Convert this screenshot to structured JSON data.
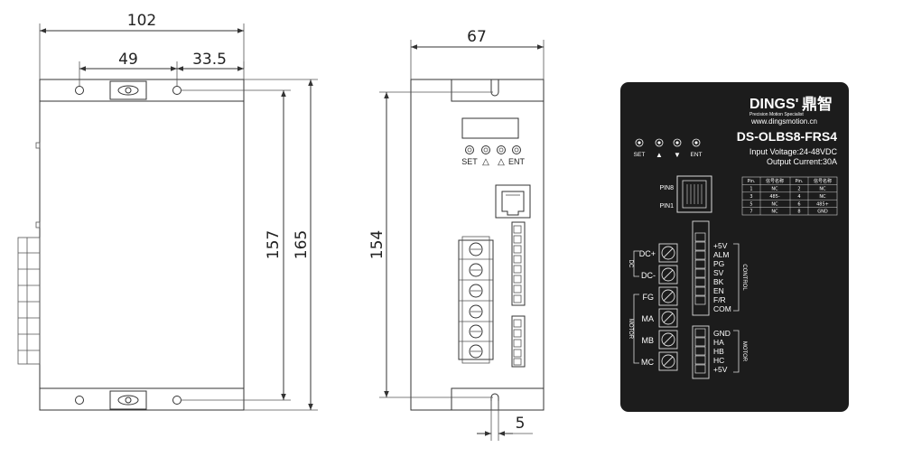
{
  "dims": {
    "width_total": "102",
    "hole_spacing_left": "49",
    "hole_spacing_right": "33.5",
    "height_inner": "157",
    "height_outer": "165",
    "side_width": "67",
    "side_height": "154",
    "slot_width": "5"
  },
  "side_buttons": [
    "SET",
    "△",
    "△",
    "ENT"
  ],
  "label": {
    "brand": "DINGS'",
    "brand_cn": "鼎智",
    "tagline": "Precision Motion Specialist",
    "url": "www.dingsmotion.cn",
    "model": "DS-OLBS8-FRS4",
    "input_voltage": "Input Voltage:24-48VDC",
    "output_current": "Output Current:30A",
    "buttons": [
      "SET",
      "▲",
      "▼",
      "ENT"
    ],
    "pin8": "PIN8",
    "pin1": "PIN1",
    "pin_table": {
      "headers": [
        "Pin.",
        "信号名称",
        "Pin.",
        "信号名称"
      ],
      "rows": [
        [
          "1",
          "NC",
          "2",
          "NC"
        ],
        [
          "3",
          "485-",
          "4",
          "NC"
        ],
        [
          "5",
          "NC",
          "6",
          "485+"
        ],
        [
          "7",
          "NC",
          "8",
          "GND"
        ]
      ]
    },
    "dc_group": "DC",
    "dc_plus": "DC+",
    "dc_minus": "DC-",
    "motor_group": "MOTOR",
    "fg": "FG",
    "ma": "MA",
    "mb": "MB",
    "mc": "MC",
    "control_group": "CONTROL",
    "control_pins": [
      "+5V",
      "ALM",
      "PG",
      "SV",
      "BK",
      "EN",
      "F/R",
      "COM"
    ],
    "motor_right_group": "MOTOR",
    "hall_pins": [
      "GND",
      "HA",
      "HB",
      "HC",
      "+5V"
    ]
  }
}
